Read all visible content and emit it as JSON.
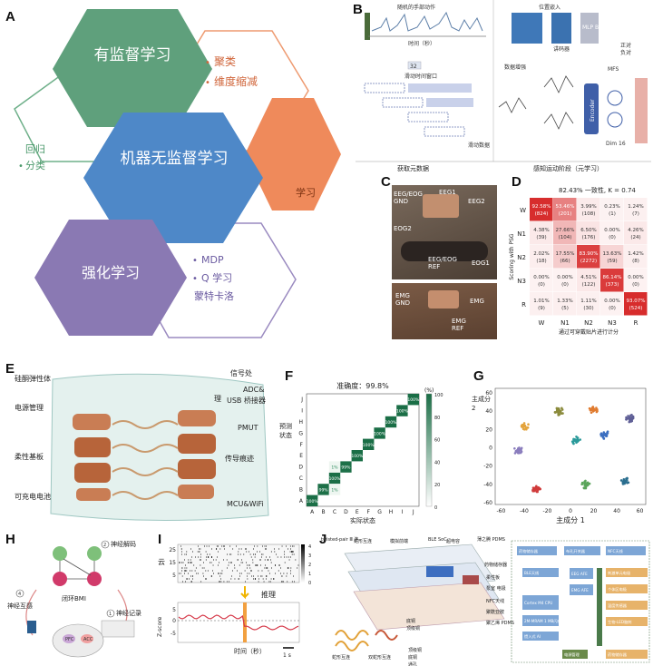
{
  "letters": {
    "a": "A",
    "b": "B",
    "c": "C",
    "d": "D",
    "e": "E",
    "f": "F",
    "g": "G",
    "h": "H",
    "i": "I",
    "j": "J"
  },
  "panelA": {
    "supervised": "有监督学习",
    "cluster": "聚类",
    "dimred": "维度缩减",
    "regression": "回归",
    "classify": "分类",
    "unsupervised": "机器无监督学习",
    "learn": "学习",
    "rl": "强化学习",
    "mdp": "MDP",
    "qlearn": "Q 学习",
    "montecarlo": "蒙特卡洛",
    "colors": {
      "green": "#5fa07c",
      "orange": "#ef8a5b",
      "blue": "#4e88c8",
      "purple": "#8a79b3"
    }
  },
  "panelB": {
    "hand": "随机的手部动作",
    "time": "时间（秒）",
    "num32": "32",
    "window": "滑动时间窗口",
    "slide": "滑动数据",
    "position": "位置嵌入",
    "encoder": "讲码器",
    "mlp": "MLP Block",
    "pos": "正对",
    "neg": "负对",
    "aug": "数据增强",
    "enc": "Encoder",
    "mfs": "MFS",
    "dim": "Dim 16",
    "get": "获取元数据",
    "sense": "感知运动阶段（元学习）"
  },
  "panelC": {
    "top": [
      "EEG/EOG GND",
      "EEG1",
      "EEG2",
      "EOG2",
      "EEG/EOG REF",
      "EOG1"
    ],
    "bottom": [
      "EMG GND",
      "EMG",
      "EMG REF"
    ]
  },
  "panelD": {
    "header": "82.43% 一致性, K = 0.74",
    "ylabel": "Scoring with PSG",
    "xlabel": "通过可穿戴贴片进行计分",
    "rows": [
      "W",
      "N1",
      "N2",
      "N3",
      "R"
    ],
    "cells": [
      [
        [
          "92.58%",
          "(824)"
        ],
        [
          "53.46%",
          "(201)"
        ],
        [
          "3.99%",
          "(108)"
        ],
        [
          "0.23%",
          "(1)"
        ],
        [
          "1.24%",
          "(7)"
        ]
      ],
      [
        [
          "4.38%",
          "(39)"
        ],
        [
          "27.66%",
          "(104)"
        ],
        [
          "6.50%",
          "(176)"
        ],
        [
          "0.00%",
          "(0)"
        ],
        [
          "4.26%",
          "(24)"
        ]
      ],
      [
        [
          "2.02%",
          "(18)"
        ],
        [
          "17.55%",
          "(66)"
        ],
        [
          "83.90%",
          "(2272)"
        ],
        [
          "13.63%",
          "(59)"
        ],
        [
          "1.42%",
          "(8)"
        ]
      ],
      [
        [
          "0.00%",
          "(0)"
        ],
        [
          "0.00%",
          "(0)"
        ],
        [
          "4.51%",
          "(122)"
        ],
        [
          "86.14%",
          "(373)"
        ],
        [
          "0.00%",
          "(0)"
        ]
      ],
      [
        [
          "1.01%",
          "(9)"
        ],
        [
          "1.33%",
          "(5)"
        ],
        [
          "1.11%",
          "(30)"
        ],
        [
          "0.00%",
          "(0)"
        ],
        [
          "93.07%",
          "(524)"
        ]
      ]
    ]
  },
  "panelE": {
    "labels": [
      "硅酮弹性体",
      "电源管理",
      "柔性基板",
      "可充电电池",
      "理",
      "信号处",
      "ADC&",
      "USB 桥接器",
      "PMUT",
      "传导痕迹",
      "MCU&WiFi"
    ]
  },
  "chart_data": [
    {
      "type": "heatmap",
      "title": "准确度：99.8%",
      "xlabel": "实际状态",
      "ylabel": "预测状态",
      "unit": "(%)",
      "categories": [
        "A",
        "B",
        "C",
        "D",
        "E",
        "F",
        "G",
        "H",
        "I",
        "J"
      ],
      "colorbar_ticks": [
        "100",
        "80",
        "60",
        "40",
        "20",
        "0"
      ],
      "diagonal": [
        100,
        99,
        100,
        99,
        100,
        100,
        100,
        100,
        100,
        100
      ],
      "offdiag": [
        {
          "x": "C",
          "y": "D",
          "value": 1
        },
        {
          "x": "C",
          "y": "B",
          "value": 1
        }
      ],
      "labels": [
        "100%",
        "99%",
        "100%",
        "99%",
        "100%",
        "100%",
        "100%",
        "100%",
        "100%",
        "100%",
        "1%",
        "1%"
      ]
    },
    {
      "type": "scatter",
      "xlabel": "主成分 1",
      "ylabel": "主成分 2",
      "xticks": [
        "-60",
        "-40",
        "-20",
        "0",
        "20",
        "40",
        "60"
      ],
      "yticks": [
        "60",
        "40",
        "20",
        "0",
        "-20",
        "-40",
        "-60"
      ],
      "xlim": [
        -65,
        65
      ],
      "ylim": [
        -62,
        65
      ],
      "clusters": [
        {
          "x": -40,
          "y": 24,
          "color": "#e3a33c"
        },
        {
          "x": -10,
          "y": 40,
          "color": "#8b8b3c"
        },
        {
          "x": 20,
          "y": 42,
          "color": "#e07b2f"
        },
        {
          "x": 52,
          "y": 32,
          "color": "#5f5f96"
        },
        {
          "x": -45,
          "y": -3,
          "color": "#8a7dbd"
        },
        {
          "x": 5,
          "y": 8,
          "color": "#2a9a9a"
        },
        {
          "x": 30,
          "y": 14,
          "color": "#3b6ec0"
        },
        {
          "x": -30,
          "y": -45,
          "color": "#d03a3a"
        },
        {
          "x": 13,
          "y": -40,
          "color": "#5aa55a"
        },
        {
          "x": 47,
          "y": -37,
          "color": "#2a6e8f"
        }
      ]
    }
  ],
  "panelH": {
    "decode": "神经解码",
    "loop": "闭环BMI",
    "record": "神经记录",
    "stim": "神经互感",
    "pfc": "PFC",
    "acc": "ACC",
    "n2": "2",
    "n1": "1",
    "n4": "4"
  },
  "panelI": {
    "ylabel": "云",
    "yticks": [
      "25",
      "15",
      "5"
    ],
    "cbar": [
      "4",
      "3",
      "2",
      "1",
      "0"
    ],
    "infer": "推理",
    "zlabel": "Z-score",
    "zticks": [
      "5",
      "0",
      "-5"
    ],
    "xlabel": "时间（秒）",
    "scale": "1 s"
  },
  "panelJ": {
    "labels": [
      "twisted-pair Ⅲ 连",
      "蛇形互连",
      "模拟前端",
      "BLE SoC",
      "超电容",
      "薄之腾 PDMS",
      "药物储存器",
      "柔性板",
      "泵室 电极",
      "NFC天线",
      "聚酰亚胺",
      "聚乙烯 PDMS",
      "底铜",
      "顶级铜",
      "蛇形互连",
      "双蛇形互连",
      "顶级铜",
      "底铜",
      "通孔"
    ],
    "block": [
      "药物储存器",
      "布孔开关器",
      "NFC天线",
      "BLE天线",
      "EEG AFE",
      "EMG AFE",
      "Cortex M4 CPU",
      "2M-MRAM 1 MB闪存",
      "惯入式 AI",
      "电源管理",
      "刺激单元电极",
      "个体区电极",
      "温度传感器",
      "生物-LED脑刺",
      "药物储存器"
    ]
  }
}
